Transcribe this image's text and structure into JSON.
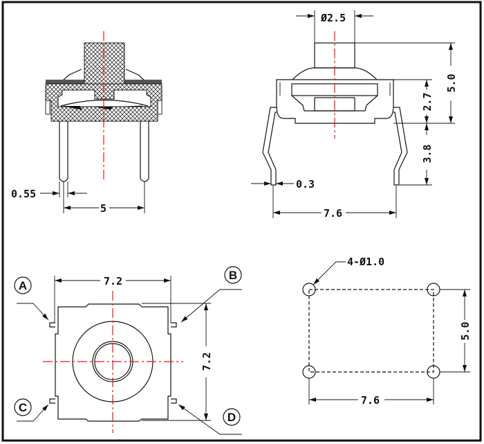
{
  "side_section_view": {
    "dim_pin_width": "0.55",
    "dim_pin_pitch": "5"
  },
  "side_view": {
    "dim_stem_diameter": "Ø2.5",
    "dim_total_height": "5.0",
    "dim_body_height": "2.7",
    "dim_pin_length": "3.8",
    "dim_pin_thickness": "0.3",
    "dim_pin_span": "7.6"
  },
  "top_view": {
    "dim_width": "7.2",
    "dim_height": "7.2",
    "terminals": [
      "A",
      "B",
      "C",
      "D"
    ]
  },
  "pcb_layout": {
    "dim_holes": "4-Ø1.0",
    "dim_vertical": "5.0",
    "dim_horizontal": "7.6"
  },
  "colors": {
    "outline": "#111111",
    "centerline": "#e8141b"
  }
}
